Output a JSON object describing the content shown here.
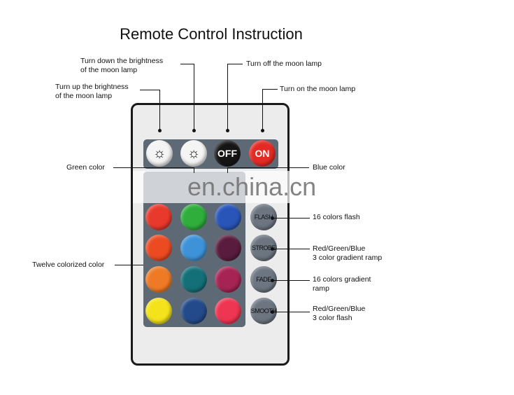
{
  "title": "Remote Control Instruction",
  "labels": {
    "brightness_up": "Turn up the brightness\nof the moon lamp",
    "brightness_down": "Turn down the brightness\nof the moon lamp",
    "off": "Turn off the moon lamp",
    "on": "Turn on the moon lamp",
    "green": "Green color",
    "blue": "Blue color",
    "twelve": "Twelve colorized color",
    "flash": "16 colors flash",
    "strobe": "Red/Green/Blue\n3 color gradient ramp",
    "fade": "16 colors gradient\nramp",
    "smooth": "Red/Green/Blue\n3 color flash"
  },
  "buttons": {
    "off": "OFF",
    "on": "ON",
    "flash": "FLASH",
    "strobe": "STROBE",
    "fade": "FADE",
    "smooth": "SMOOTH"
  },
  "colors": [
    "#e8392c",
    "#2fae3c",
    "#2a55b8",
    "#ec4b22",
    "#3e93d8",
    "#5a1c3e",
    "#ef7a26",
    "#137078",
    "#a62453",
    "#f4e31b",
    "#234a8a",
    "#ee3552"
  ],
  "watermark": "en.china.cn"
}
